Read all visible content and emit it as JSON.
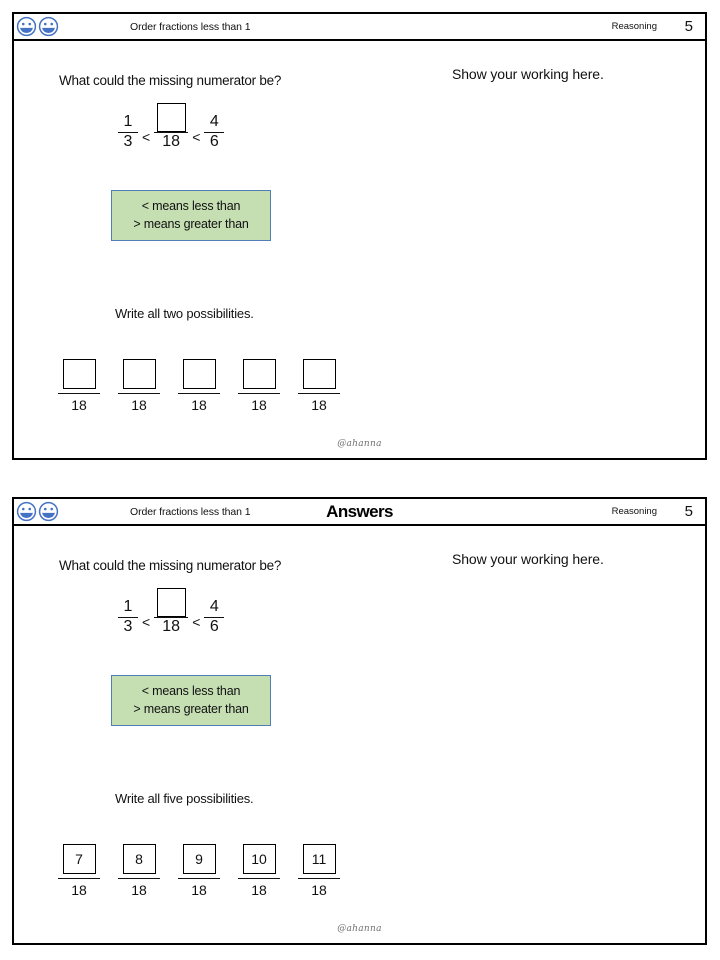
{
  "colors": {
    "key_box_fill": "#c5dfb3",
    "key_box_border": "#4f7fb5",
    "smiley_stroke": "#4472c4",
    "slide_border": "#000000",
    "text": "#111111"
  },
  "header": {
    "smiley_icon_left": "smiley-face-icon",
    "smiley_icon_right": "smiley-face-icon",
    "topic": "Order fractions less than 1",
    "strand": "Reasoning",
    "page_number": "5",
    "answers_label": "Answers"
  },
  "slides": [
    {
      "id": "question-slide",
      "is_answer_slide": false,
      "answers_label": "",
      "question": "What could the missing numerator be?",
      "working_prompt": "Show your working here.",
      "inequality": {
        "left_fraction": {
          "numerator": "1",
          "denominator": "3"
        },
        "first_relation": "<",
        "middle_fraction": {
          "numerator": "",
          "denominator": "18"
        },
        "second_relation": "<",
        "right_fraction": {
          "numerator": "4",
          "denominator": "6"
        }
      },
      "key_box": {
        "line1": "< means less than",
        "line2": "> means greater than"
      },
      "possibilities_prompt": "Write all two possibilities.",
      "answer_boxes": [
        {
          "numerator": "",
          "denominator": "18"
        },
        {
          "numerator": "",
          "denominator": "18"
        },
        {
          "numerator": "",
          "denominator": "18"
        },
        {
          "numerator": "",
          "denominator": "18"
        },
        {
          "numerator": "",
          "denominator": "18"
        }
      ],
      "watermark": "@ahanna"
    },
    {
      "id": "answers-slide",
      "is_answer_slide": true,
      "answers_label": "Answers",
      "question": "What could the missing numerator be?",
      "working_prompt": "Show your working here.",
      "inequality": {
        "left_fraction": {
          "numerator": "1",
          "denominator": "3"
        },
        "first_relation": "<",
        "middle_fraction": {
          "numerator": "",
          "denominator": "18"
        },
        "second_relation": "<",
        "right_fraction": {
          "numerator": "4",
          "denominator": "6"
        }
      },
      "key_box": {
        "line1": "< means less than",
        "line2": "> means greater than"
      },
      "possibilities_prompt": "Write all five possibilities.",
      "answer_boxes": [
        {
          "numerator": "7",
          "denominator": "18"
        },
        {
          "numerator": "8",
          "denominator": "18"
        },
        {
          "numerator": "9",
          "denominator": "18"
        },
        {
          "numerator": "10",
          "denominator": "18"
        },
        {
          "numerator": "11",
          "denominator": "18"
        }
      ],
      "watermark": "@ahanna"
    }
  ]
}
